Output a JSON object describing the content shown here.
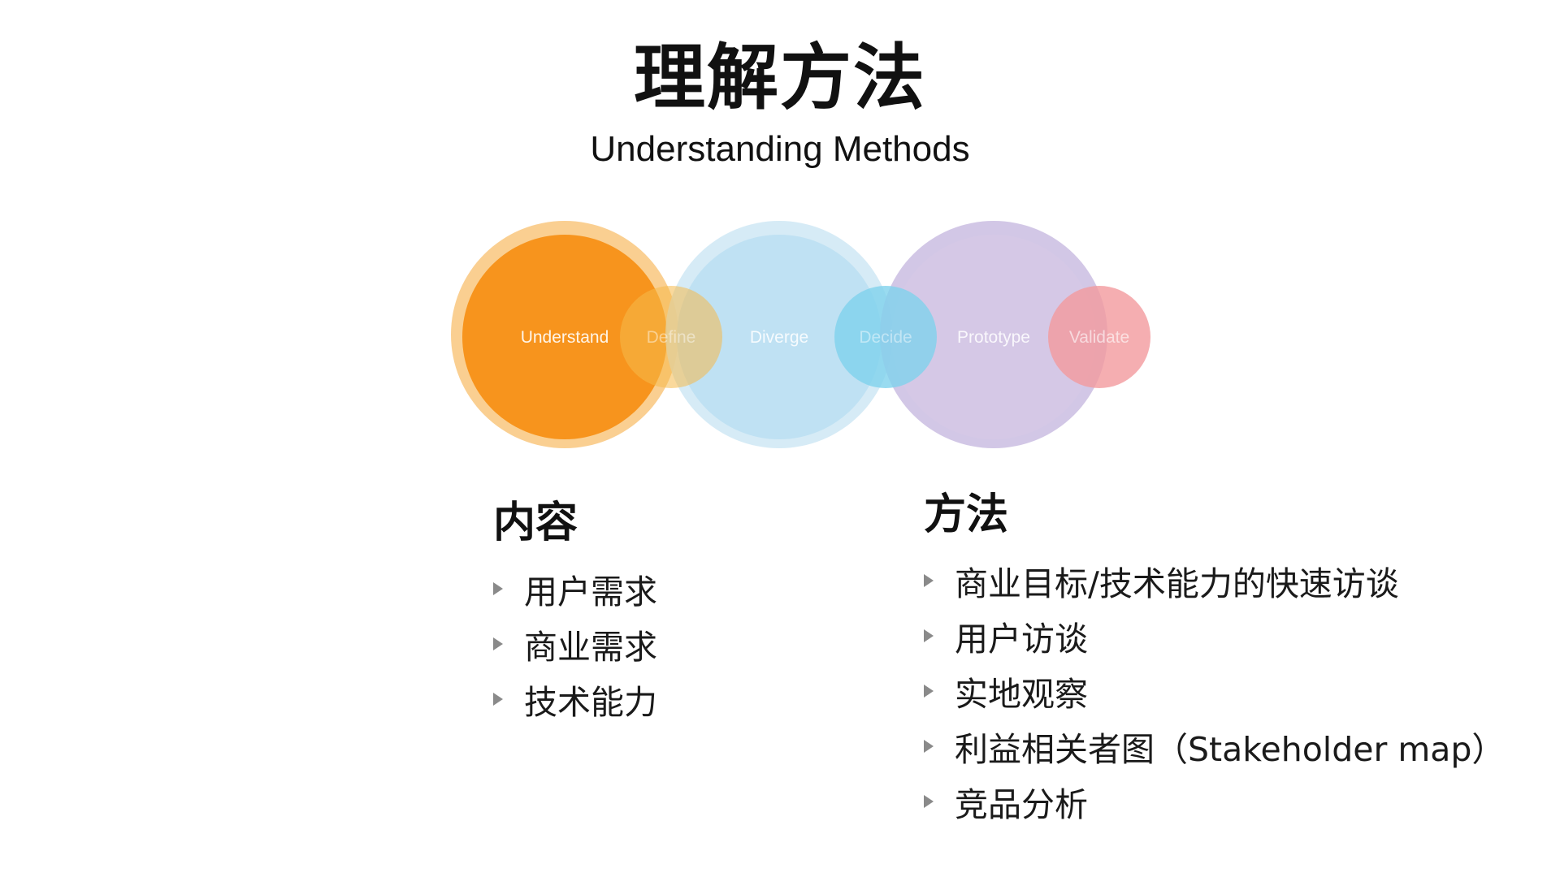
{
  "header": {
    "title": "理解方法",
    "subtitle": "Understanding Methods"
  },
  "diagram": {
    "stages": [
      {
        "label": "Understand",
        "color": "#F7941D"
      },
      {
        "label": "Define",
        "color": "#F5B94A"
      },
      {
        "label": "Diverge",
        "color": "#BFE1F3"
      },
      {
        "label": "Decide",
        "color": "#7FD2EC"
      },
      {
        "label": "Prototype",
        "color": "#D5C8E6"
      },
      {
        "label": "Validate",
        "color": "#F29A9E"
      }
    ]
  },
  "content": {
    "heading": "内容",
    "items": [
      "用户需求",
      "商业需求",
      "技术能力"
    ]
  },
  "methods": {
    "heading": "方法",
    "items": [
      "商业目标/技术能力的快速访谈",
      "用户访谈",
      "实地观察",
      "利益相关者图（Stakeholder map）",
      "竞品分析"
    ]
  }
}
